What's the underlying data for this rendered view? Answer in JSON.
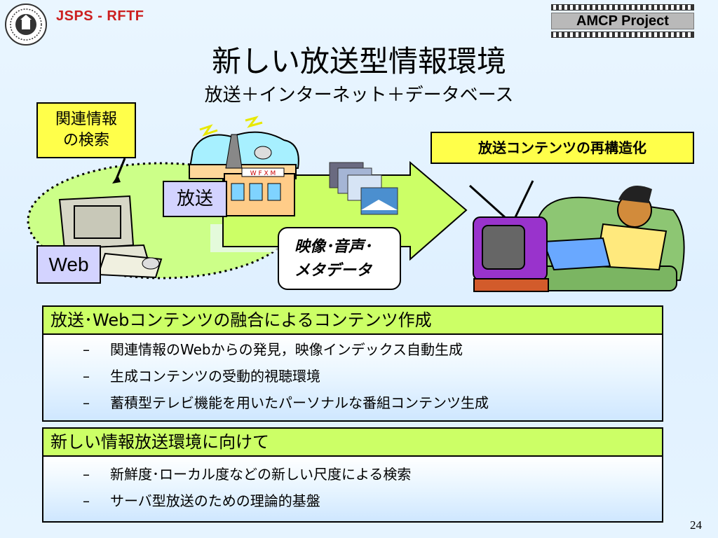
{
  "header": {
    "org_name": "JSPS - RFTF",
    "project_name": "AMCP Project",
    "colors": {
      "org_red": "#cc1f1f",
      "project_gray": "#b9b9b9"
    }
  },
  "title": "新しい放送型情報環境",
  "subtitle": "放送＋インターネット＋データベース",
  "diagram": {
    "related_search": [
      "関連情報",
      "の検索"
    ],
    "broadcast_label": "放送",
    "web_label": "Web",
    "media_label": [
      "映像･音声･",
      "メタデータ"
    ],
    "reconstruction_label": "放送コンテンツの再構造化",
    "station_sign": "W F X M",
    "colors": {
      "note_yellow": "#ffff4a",
      "label_lavender": "#d3d3ff",
      "arrow_green": "#ccff66"
    }
  },
  "sections": [
    {
      "heading": "放送･Webコンテンツの融合によるコンテンツ作成",
      "bullet_marker": "–",
      "items": [
        "関連情報のWebからの発見，映像インデックス自動生成",
        "生成コンテンツの受動的視聴環境",
        "蓄積型テレビ機能を用いたパーソナルな番組コンテンツ生成"
      ]
    },
    {
      "heading": "新しい情報放送環境に向けて",
      "bullet_marker": "–",
      "items": [
        "新鮮度･ローカル度などの新しい尺度による検索",
        "サーバ型放送のための理論的基盤"
      ]
    }
  ],
  "page_number": "24"
}
